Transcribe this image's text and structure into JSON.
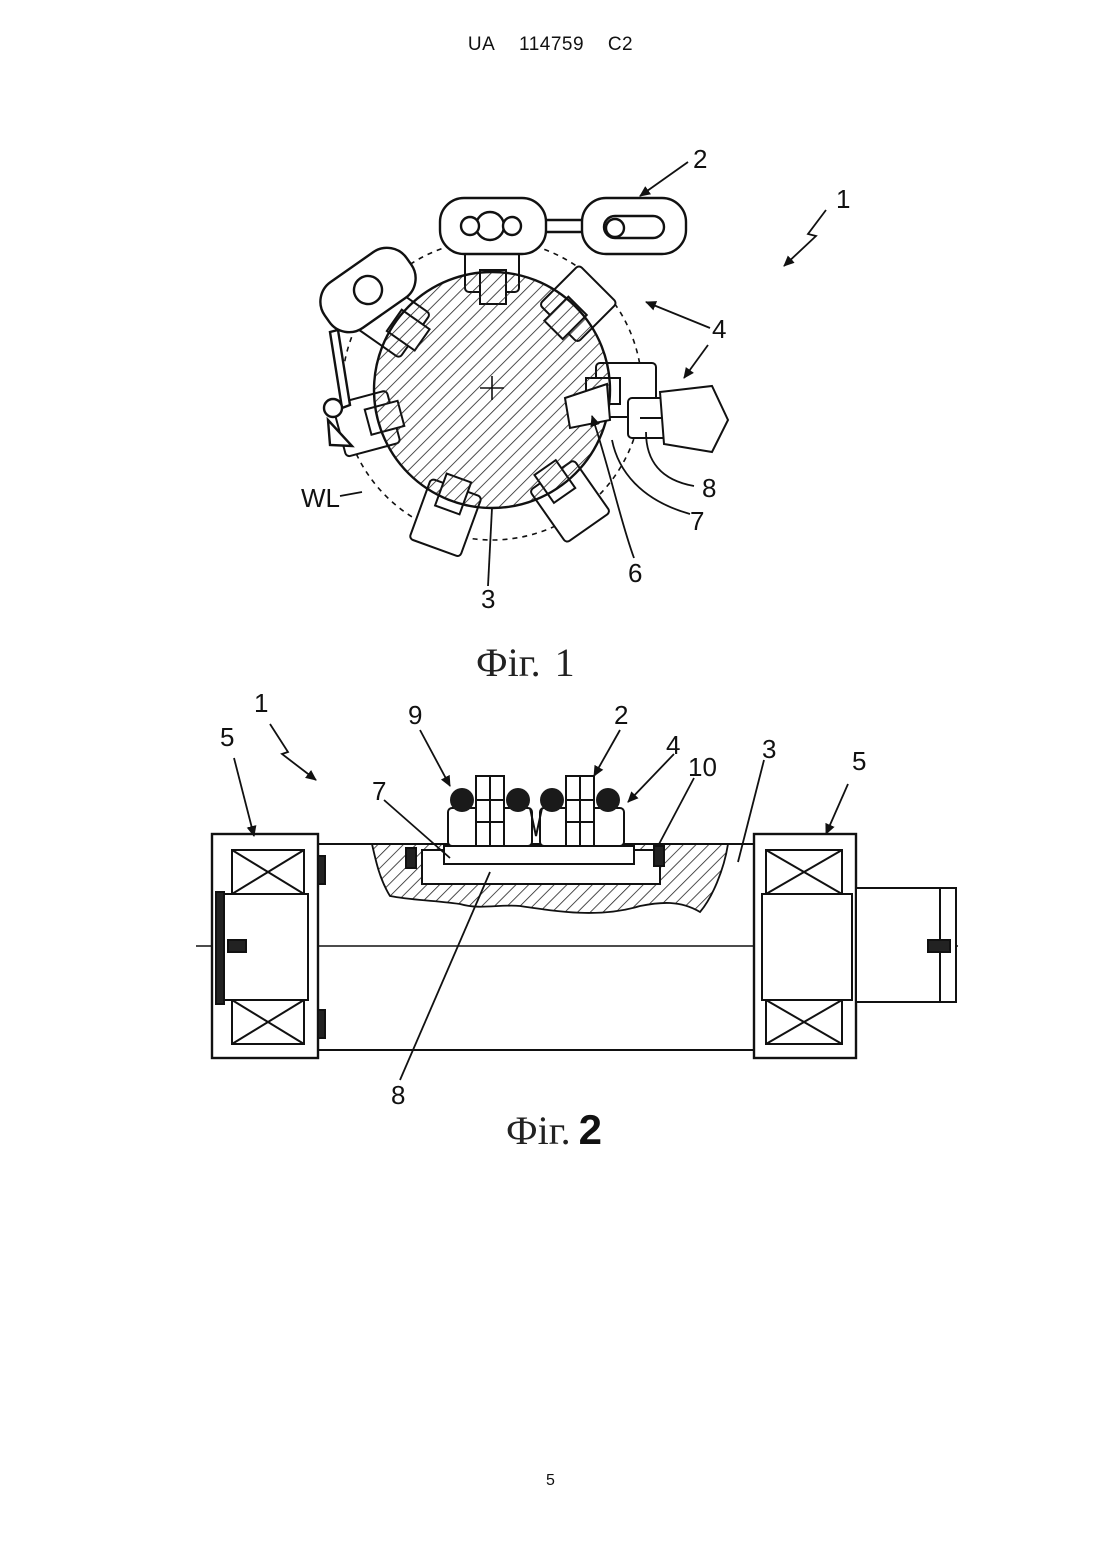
{
  "header": {
    "country": "UA",
    "number": "114759",
    "kind": "C2"
  },
  "figure1": {
    "caption_prefix": "Фіг.",
    "caption_number": "1",
    "labels": {
      "l1": "1",
      "l2": "2",
      "l3": "3",
      "l4": "4",
      "l6": "6",
      "l7": "7",
      "l8": "8",
      "wl": "WL"
    }
  },
  "figure2": {
    "caption_prefix": "Фіг.",
    "caption_number": "2",
    "labels": {
      "l1": "1",
      "l2": "2",
      "l3": "3",
      "l4": "4",
      "l5a": "5",
      "l5b": "5",
      "l7": "7",
      "l8": "8",
      "l9": "9",
      "l10": "10"
    }
  },
  "page_number": "5"
}
